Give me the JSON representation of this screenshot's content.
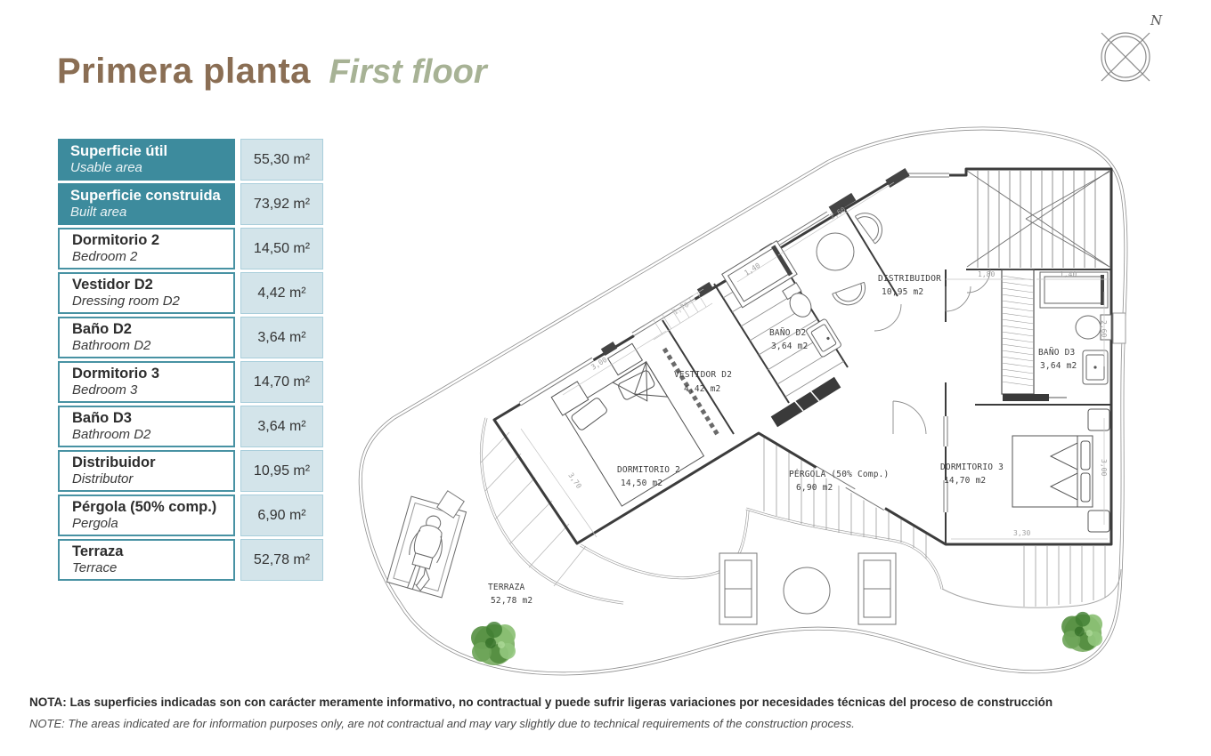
{
  "title": {
    "es": "Primera planta",
    "en": "First floor"
  },
  "compass": {
    "north": "N"
  },
  "table": {
    "rows": [
      {
        "label": "Superficie útil",
        "sublabel": "Usable area",
        "value": "55,30 m²",
        "highlight": true
      },
      {
        "label": "Superficie construida",
        "sublabel": "Built area",
        "value": "73,92 m²",
        "highlight": true
      },
      {
        "label": "Dormitorio 2",
        "sublabel": "Bedroom 2",
        "value": "14,50 m²",
        "highlight": false
      },
      {
        "label": "Vestidor D2",
        "sublabel": "Dressing room D2",
        "value": "4,42 m²",
        "highlight": false
      },
      {
        "label": "Baño D2",
        "sublabel": "Bathroom D2",
        "value": "3,64 m²",
        "highlight": false
      },
      {
        "label": "Dormitorio 3",
        "sublabel": "Bedroom 3",
        "value": "14,70 m²",
        "highlight": false
      },
      {
        "label": "Baño D3",
        "sublabel": "Bathroom D2",
        "value": "3,64 m²",
        "highlight": false
      },
      {
        "label": "Distribuidor",
        "sublabel": "Distributor",
        "value": "10,95 m²",
        "highlight": false
      },
      {
        "label": "Pérgola (50% comp.)",
        "sublabel": "Pergola",
        "value": "6,90 m²",
        "highlight": false
      },
      {
        "label": "Terraza",
        "sublabel": "Terrace",
        "value": "52,78 m²",
        "highlight": false
      }
    ]
  },
  "plan": {
    "rooms": [
      {
        "name": "DORMITORIO 2",
        "area": "14,50 m2"
      },
      {
        "name": "VESTIDOR D2",
        "area": "4,42 m2"
      },
      {
        "name": "BAÑO D2",
        "area": "3,64 m2"
      },
      {
        "name": "DISTRIBUIDOR",
        "area": "10,95 m2"
      },
      {
        "name": "BAÑO D3",
        "area": "3,64 m2"
      },
      {
        "name": "DORMITORIO 3",
        "area": "14,70 m2"
      },
      {
        "name": "PÉRGOLA (50% Comp.)",
        "area": "6,90 m2"
      },
      {
        "name": "TERRAZA",
        "area": "52,78 m2"
      }
    ],
    "dims": [
      "2,60",
      "1,40",
      "3,00",
      "3,70",
      "1,70",
      "1,80",
      "1,40",
      "2,60",
      "3,00",
      "3,30"
    ]
  },
  "notes": {
    "es": "NOTA: Las superficies indicadas son con carácter meramente informativo, no contractual y puede sufrir ligeras variaciones por necesidades técnicas del proceso de construcción",
    "en": "NOTE: The areas indicated are for information purposes only, are not contractual and may vary slightly due to technical requirements of the construction process."
  },
  "colors": {
    "teal": "#3D8B9D",
    "cell_blue": "#D3E4EA",
    "title_brown": "#8A6E54",
    "title_green": "#A7B295",
    "tree_green": "#5E9A4A"
  }
}
